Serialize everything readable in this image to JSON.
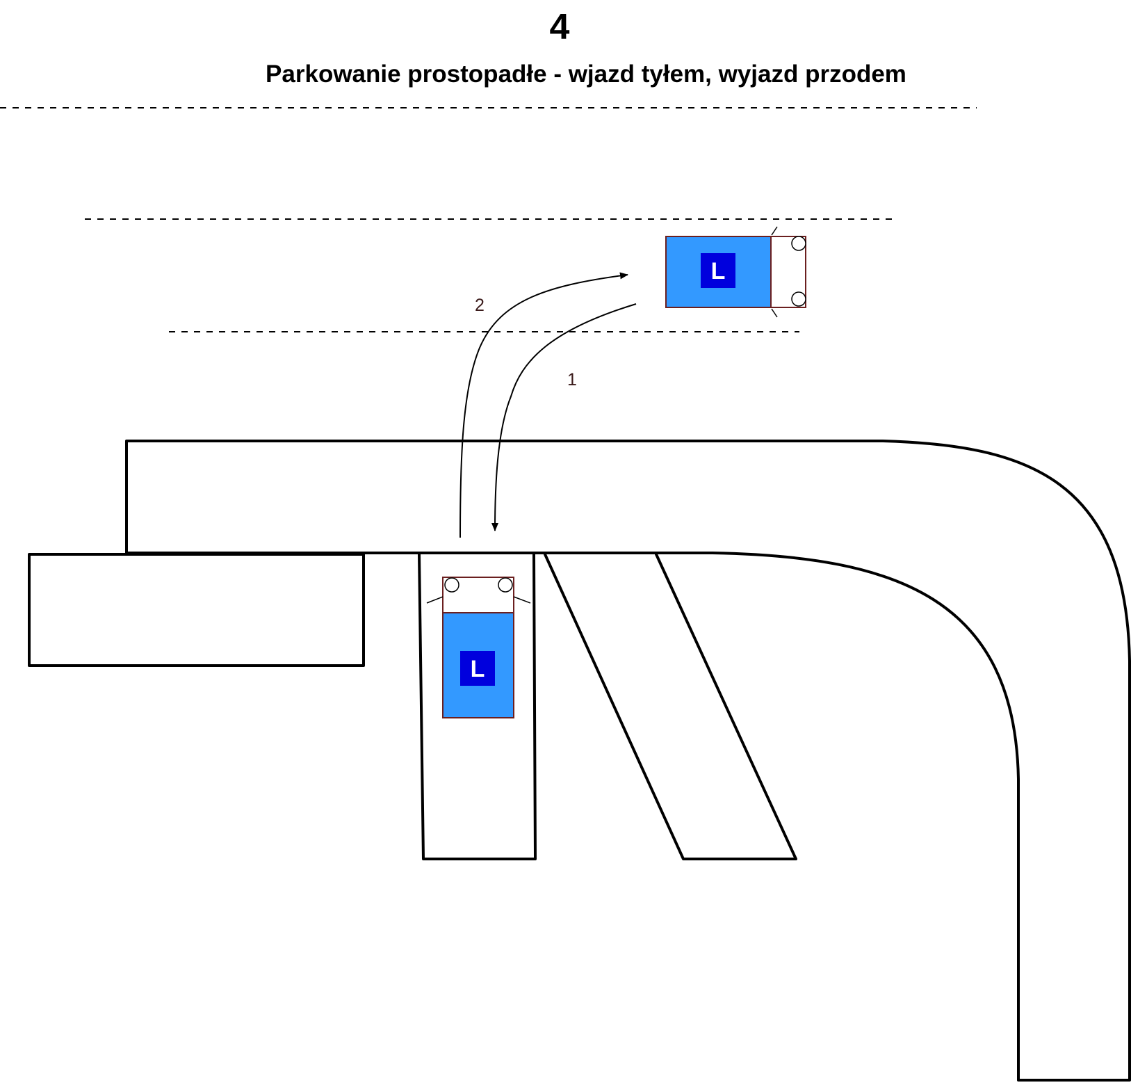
{
  "title": {
    "number": "4",
    "subtitle": "Parkowanie prostopadłe - wjazd tyłem, wyjazd przodem"
  },
  "maneuver": {
    "step_1_label": "1",
    "step_2_label": "2"
  },
  "car": {
    "badge_letter": "L",
    "colors": {
      "body": "#3399ff",
      "badge": "#0000dd",
      "outline": "#6b1f1f"
    }
  }
}
